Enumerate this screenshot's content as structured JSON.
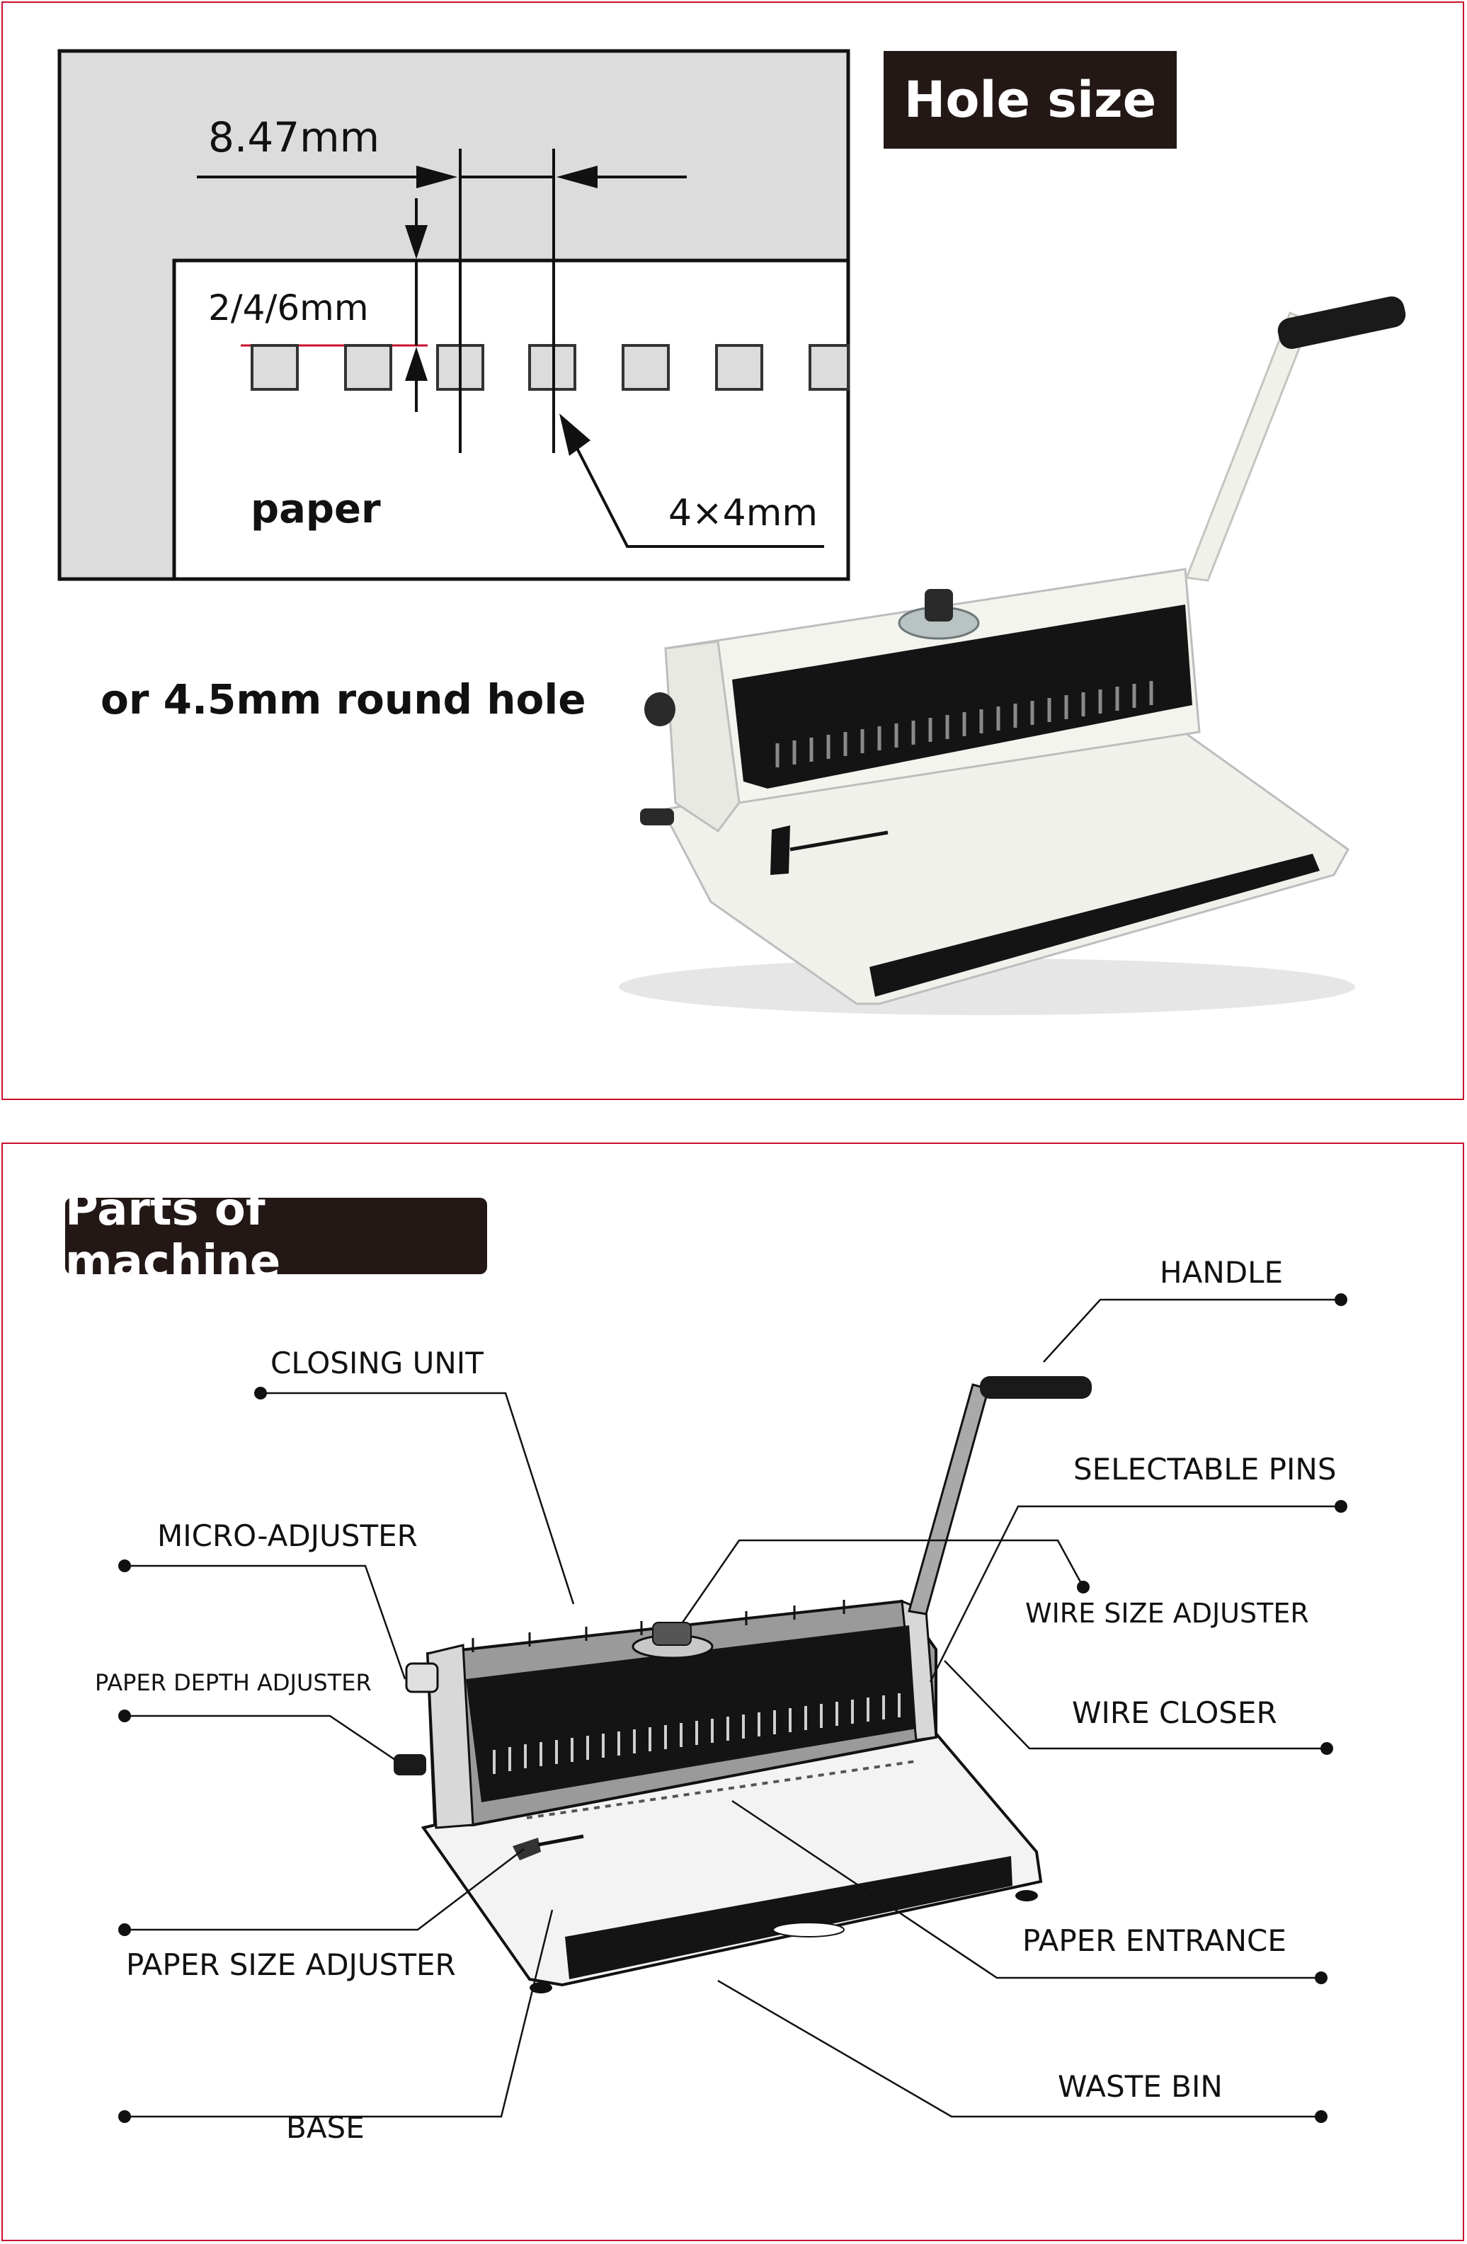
{
  "hole_size": {
    "title": "Hole size",
    "pitch": "8.47mm",
    "margin": "2/4/6mm",
    "paper": "paper",
    "hole_dim": "4×4mm",
    "round_hole": "or 4.5mm round hole"
  },
  "parts": {
    "title": "Parts of machine",
    "labels": {
      "handle": "HANDLE",
      "closing_unit": "CLOSING UNIT",
      "selectable_pins": "SELECTABLE PINS",
      "micro_adjuster": "MICRO-ADJUSTER",
      "wire_size_adjuster": "WIRE SIZE ADJUSTER",
      "paper_depth_adjuster": "PAPER DEPTH ADJUSTER",
      "wire_closer": "WIRE CLOSER",
      "paper_size_adjuster": "PAPER SIZE ADJUSTER",
      "paper_entrance": "PAPER ENTRANCE",
      "base": "BASE",
      "waste_bin": "WASTE BIN"
    }
  },
  "colors": {
    "border": "#c8102e",
    "badge": "#231815",
    "diagram_gray": "#dcdcdc",
    "margin_line": "#c8102e"
  }
}
